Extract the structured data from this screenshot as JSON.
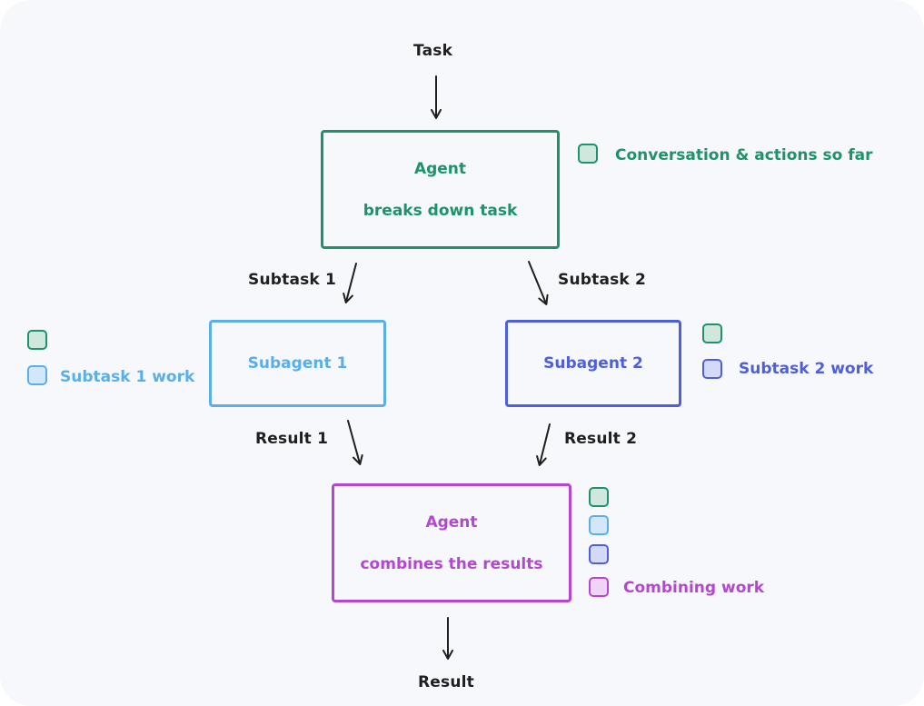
{
  "task_label": "Task",
  "result_label": "Result",
  "agent_top": {
    "title": "Agent",
    "subtitle": "breaks down task"
  },
  "subtask1_label": "Subtask 1",
  "subtask2_label": "Subtask 2",
  "subagent1": {
    "title": "Subagent 1"
  },
  "subagent2": {
    "title": "Subagent 2"
  },
  "result1_label": "Result 1",
  "result2_label": "Result 2",
  "agent_bottom": {
    "title": "Agent",
    "subtitle": "combines the results"
  },
  "legend": {
    "conversation": "Conversation & actions so far",
    "subtask1_work": "Subtask 1 work",
    "subtask2_work": "Subtask 2 work",
    "combining_work": "Combining work"
  },
  "colors": {
    "green": "#1e9268",
    "green_fill": "#cfe7dc",
    "light_blue": "#5aaeea",
    "light_blue_fill": "#d3e7f8",
    "blue": "#4d5fdd",
    "blue_fill": "#d3d9f7",
    "purple": "#b447d2",
    "purple_fill": "#efd5f5",
    "arrow": "#1f1f1f"
  }
}
